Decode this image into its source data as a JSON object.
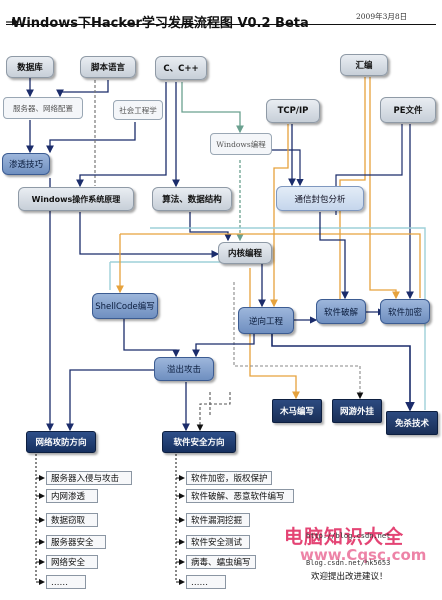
{
  "header": {
    "title": "Windows下Hacker学习发展流程图  V0.2 Beta",
    "date": "2009年3月8日"
  },
  "nodes": {
    "database": "数据库",
    "script_language": "脚本语言",
    "c_cpp": "C、C++",
    "assembly": "汇编",
    "server_network_config": "服务器、网络配置",
    "social_engineering": "社会工程学",
    "tcpip": "TCP/IP",
    "pe_file": "PE文件",
    "windows_programming": "Windows编程",
    "penetration_skills": "渗透技巧",
    "windows_os_principles": "Windows操作系统原理",
    "algorithms_data_structures": "算法、数据结构",
    "communication_packet_analysis": "通信封包分析",
    "kernel_programming": "内核编程",
    "shellcode_writing": "ShellCode编写",
    "reverse_engineering": "逆向工程",
    "software_cracking": "软件破解",
    "software_encryption": "软件加密",
    "overflow_attack": "溢出攻击",
    "trojan_writing": "木马编写",
    "game_cheats": "网游外挂",
    "antivirus_evasion": "免杀技术",
    "network_attack_defense": "网络攻防方向",
    "software_security": "软件安全方向"
  },
  "network_items": [
    "服务器入侵与攻击",
    "内网渗透",
    "数据窃取",
    "服务器安全",
    "网络安全",
    "……"
  ],
  "software_items": [
    "软件加密，版权保护",
    "软件破解、恶意软件编写",
    "软件漏洞挖掘",
    "软件安全测试",
    "病毒、蠕虫编写",
    "……"
  ],
  "watermark": {
    "logo": "电脑知识大全",
    "url": "www.Cqsc.com",
    "small_1": "http://blog.csdn.net",
    "small_2": "Blog.csdn.net/hk5653"
  },
  "footer": {
    "feedback": "欢迎提出改进建议！"
  },
  "colors": {
    "gray_box": "#c7cfd8",
    "dark_blue_box": "#16305f",
    "light_blue_box": "#6f8fc0",
    "connector_dark": "#1b2c6b",
    "connector_orange": "#e6a23c",
    "connector_green": "#6aa08f",
    "connector_teal": "#9ed0d8",
    "watermark_pink": "#e0245c"
  }
}
